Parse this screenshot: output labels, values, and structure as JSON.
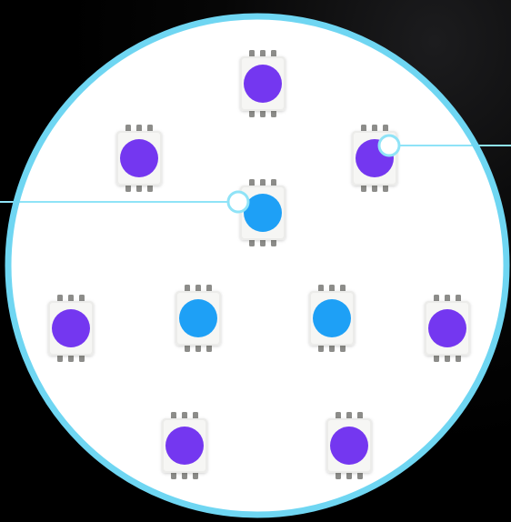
{
  "diagram": {
    "colors": {
      "background": "#000000",
      "lens_fill": "#ffffff",
      "lens_ring": "#6fd6f2",
      "callout_line": "#8fe3f7",
      "chip_body": "#ececea",
      "chip_pin": "#8d8d8a",
      "led_blue": "#1ea0f6",
      "led_purple": "#7437f0"
    },
    "leds": [
      {
        "id": "led-1",
        "color": "purple"
      },
      {
        "id": "led-2",
        "color": "purple"
      },
      {
        "id": "led-3",
        "color": "purple"
      },
      {
        "id": "led-4",
        "color": "blue"
      },
      {
        "id": "led-5",
        "color": "purple"
      },
      {
        "id": "led-6",
        "color": "blue"
      },
      {
        "id": "led-7",
        "color": "blue"
      },
      {
        "id": "led-8",
        "color": "purple"
      },
      {
        "id": "led-9",
        "color": "purple"
      },
      {
        "id": "led-10",
        "color": "purple"
      }
    ],
    "callouts": [
      {
        "id": "callout-left",
        "target": "led-4"
      },
      {
        "id": "callout-right",
        "target": "led-3"
      }
    ]
  }
}
